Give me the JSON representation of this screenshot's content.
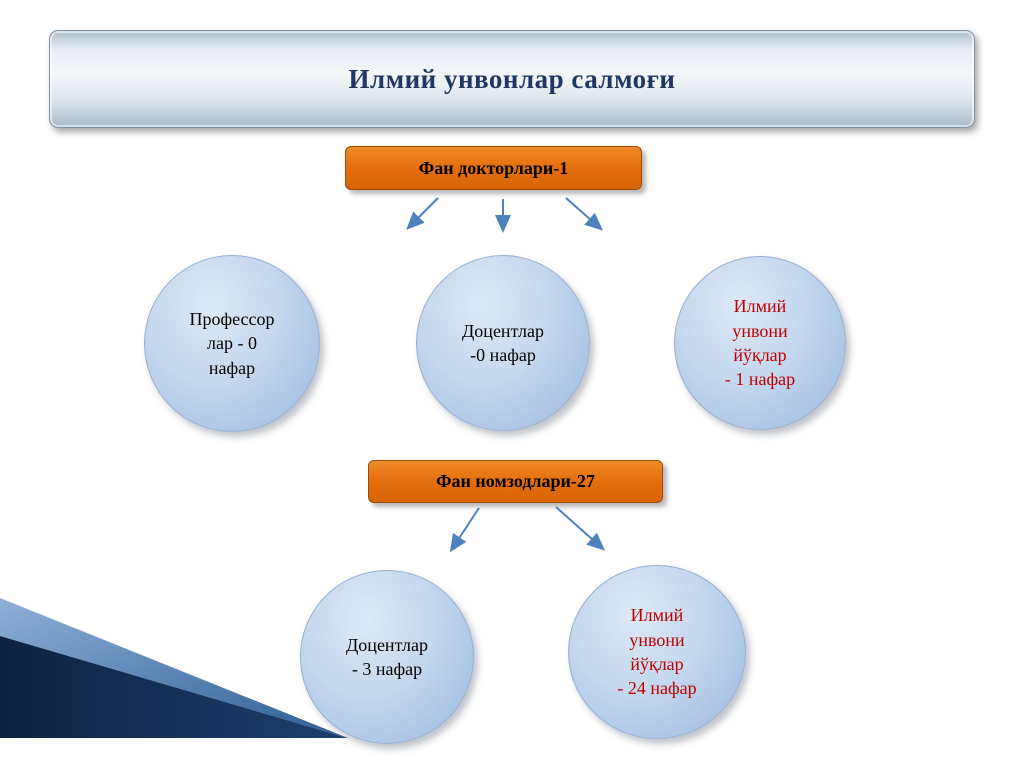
{
  "title": "Илмий унвонлар салмоғи",
  "groups": [
    {
      "label": "Фан докторлари-1",
      "nodes": [
        {
          "text": "Профессор\nлар - 0\nнафар",
          "emphasis": "normal"
        },
        {
          "text": "Доцентлар\n-0 нафар",
          "emphasis": "normal"
        },
        {
          "text": "Илмий\nунвони\nйўқлар\n- 1  нафар",
          "emphasis": "red"
        }
      ]
    },
    {
      "label": "Фан номзодлари-27",
      "nodes": [
        {
          "text": "Доцентлар\n- 3 нафар",
          "emphasis": "normal"
        },
        {
          "text": "Илмий\nунвони\nйўқлар\n- 24 нафар",
          "emphasis": "red"
        }
      ]
    }
  ],
  "colors": {
    "title_text": "#1f3864",
    "box_fill": "#e36c0a",
    "circle_fill": "#b8cfe8",
    "red_text": "#c00000",
    "arrow": "#4f81bd",
    "corner_dark": "#10264a"
  }
}
